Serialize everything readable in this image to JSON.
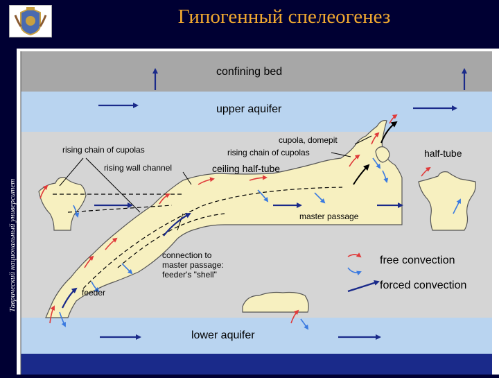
{
  "slide": {
    "title": "Гипогенный спелеогенез",
    "side_text": "Таврический национальный университет"
  },
  "labels": {
    "confining_bed": "confining bed",
    "upper_aquifer": "upper aquifer",
    "lower_aquifer": "lower aquifer",
    "cupola_domepit": "cupola, domepit",
    "rising_chain_left": "rising chain of cupolas",
    "rising_chain_right": "rising chain of cupolas",
    "half_tube": "half-tube",
    "rising_wall_channel": "rising wall channel",
    "ceiling_half_tube": "ceiling half-tube",
    "master_passage": "master passage",
    "connection_line1": "connection to",
    "connection_line2": "master passage:",
    "connection_line3": "feeder's \"shell\"",
    "feeder": "feeder"
  },
  "legend": {
    "free_convection": "free convection",
    "forced_convection": "forced convection"
  },
  "colors": {
    "confining_bed": "#a7a7a7",
    "aquifer": "#b9d4f0",
    "rock": "#d5d5d5",
    "cave": "#f7f0c0",
    "free_convection_arrow": "#e03a3a",
    "free_convection_arrow_2": "#3a7ae0",
    "forced_convection_arrow": "#1a2a8a",
    "title": "#f0a830"
  }
}
